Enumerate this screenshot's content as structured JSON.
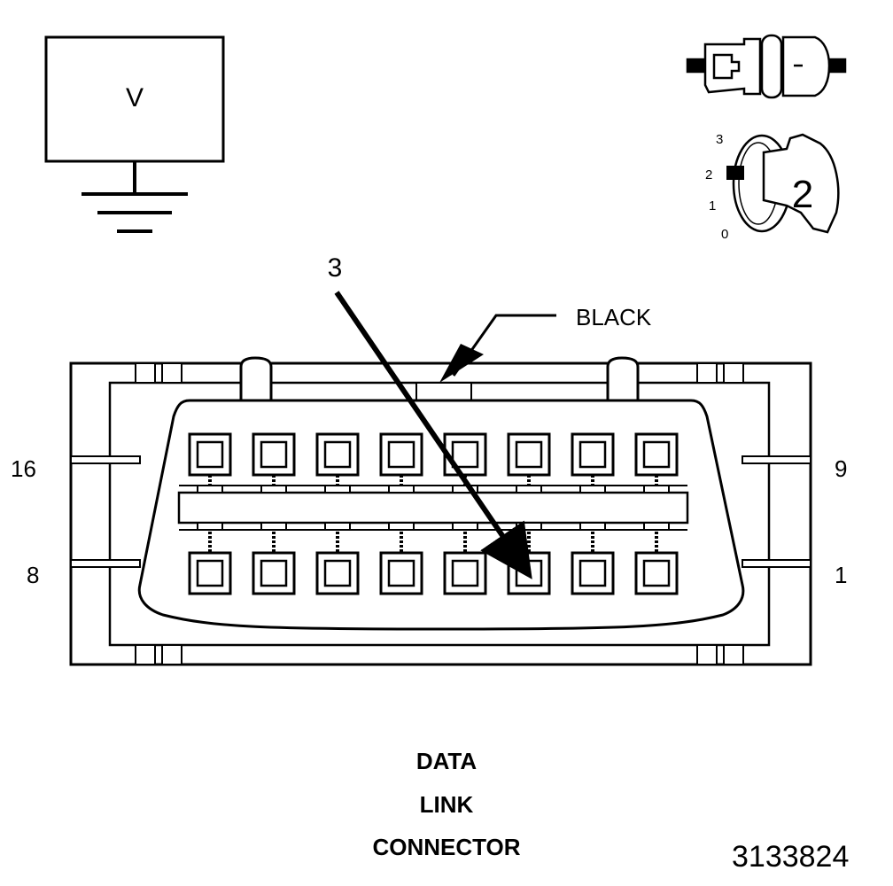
{
  "meter": {
    "label": "V"
  },
  "ignition": {
    "positions": [
      "3",
      "2",
      "1",
      "0"
    ],
    "selected": "2",
    "key_label": "2"
  },
  "callouts": {
    "step": "3",
    "wire_color": "BLACK"
  },
  "pin_labels": {
    "top_left": "16",
    "top_right": "9",
    "bottom_left": "8",
    "bottom_right": "1"
  },
  "title_lines": [
    "DATA",
    "LINK",
    "CONNECTOR"
  ],
  "figure_id": "3133824",
  "icons": {
    "meter": "voltmeter-icon",
    "ground": "ground-icon",
    "connector": "inline-connector-icon",
    "ignition": "ignition-switch-icon",
    "dlc": "data-link-connector-icon"
  },
  "connector": {
    "pins_per_row": 8,
    "probed_pin": "3"
  }
}
